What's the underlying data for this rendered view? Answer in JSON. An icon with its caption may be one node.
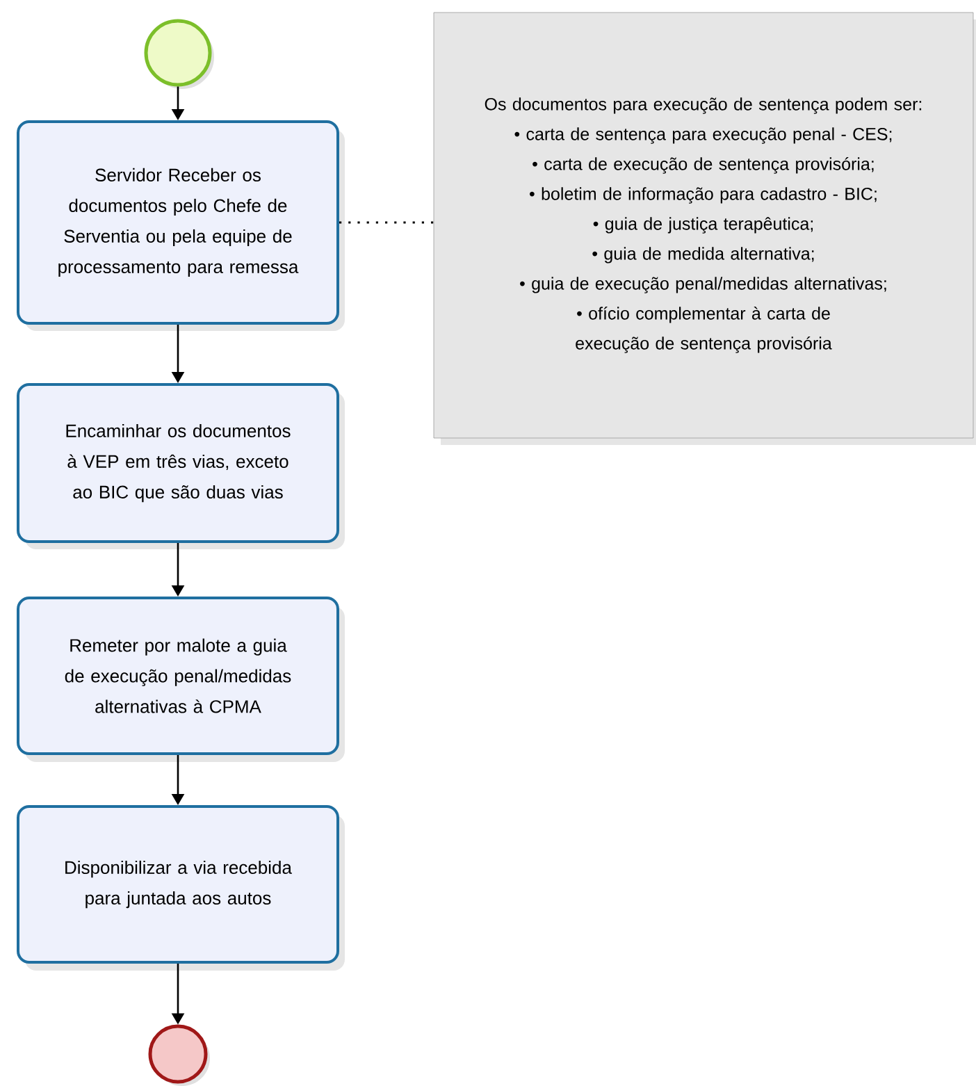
{
  "diagram": {
    "nodes": [
      {
        "text": [],
        "shape": "circle"
      },
      {
        "text": [
          "Servidor Receber os documentos pelo Chefe de Serventia ou pela equipe de processamento para remessa"
        ]
      },
      {
        "text": [
          "Encaminhar os documentos à VEP em três vias, exceto ao BIC que são duas vias"
        ]
      },
      {
        "text": [
          "Remeter por malote a guia de execução penal/medidas alternativas à CPMA"
        ]
      },
      {
        "text": [
          "Disponibilizar a via recebida para juntada aos autos"
        ]
      },
      {
        "text": [],
        "shape": "circle"
      },
      {
        "text": [
          "Os documentos para execução de sentença podem ser:",
          "• carta de sentença para execução penal - CES;",
          "• carta de execução de sentença provisória;",
          "• boletim de informação para cadastro - BIC;",
          "• guia de justiça terapêutica;",
          "• guia de medida alternativa;",
          "• guia de execução penal/medidas alternativas;",
          "• ofício complementar à carta de execução de sentença provisória"
        ]
      }
    ],
    "edges": [
      {
        "from": 0,
        "to": 1,
        "arrow": "to"
      },
      {
        "from": 1,
        "to": 2,
        "arrow": "to"
      },
      {
        "from": 2,
        "to": 3,
        "arrow": "to"
      },
      {
        "from": 3,
        "to": 4,
        "arrow": "to"
      },
      {
        "from": 4,
        "to": 5,
        "arrow": "to"
      },
      {
        "from": 1,
        "to": 6,
        "arrow": "none",
        "style": "dashed"
      }
    ]
  }
}
